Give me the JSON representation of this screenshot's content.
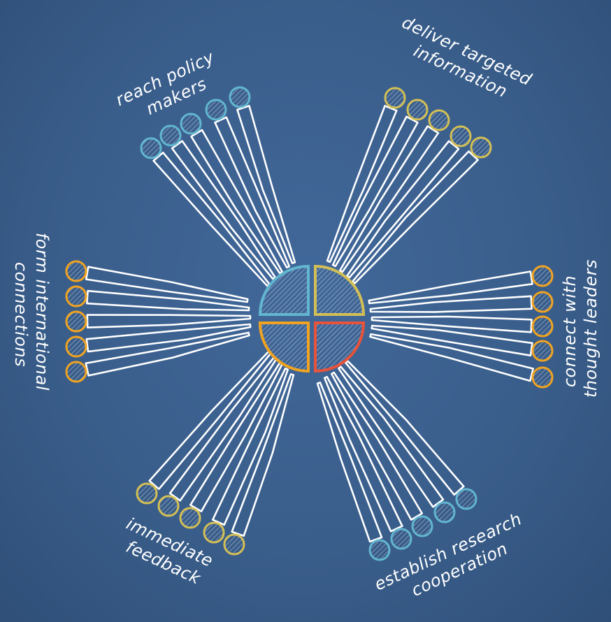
{
  "center": {
    "quadrant_colors": [
      "#62b6cf",
      "#d3bf56",
      "#f0a321",
      "#e8533a"
    ]
  },
  "branches": [
    {
      "id": "policy",
      "lines": [
        "reach policy",
        "makers"
      ],
      "dot_color": "#62b6cf"
    },
    {
      "id": "targeted",
      "lines": [
        "deliver targeted",
        "information"
      ],
      "dot_color": "#d3bf56"
    },
    {
      "id": "thought",
      "lines": [
        "connect with",
        "thought leaders"
      ],
      "dot_color": "#f0a321"
    },
    {
      "id": "research",
      "lines": [
        "establish research",
        "cooperation"
      ],
      "dot_color": "#62b6cf"
    },
    {
      "id": "feedback",
      "lines": [
        "immediate",
        "feedback"
      ],
      "dot_color": "#d3bf56"
    },
    {
      "id": "international",
      "lines": [
        "form international",
        "connections"
      ],
      "dot_color": "#f0a321"
    }
  ]
}
